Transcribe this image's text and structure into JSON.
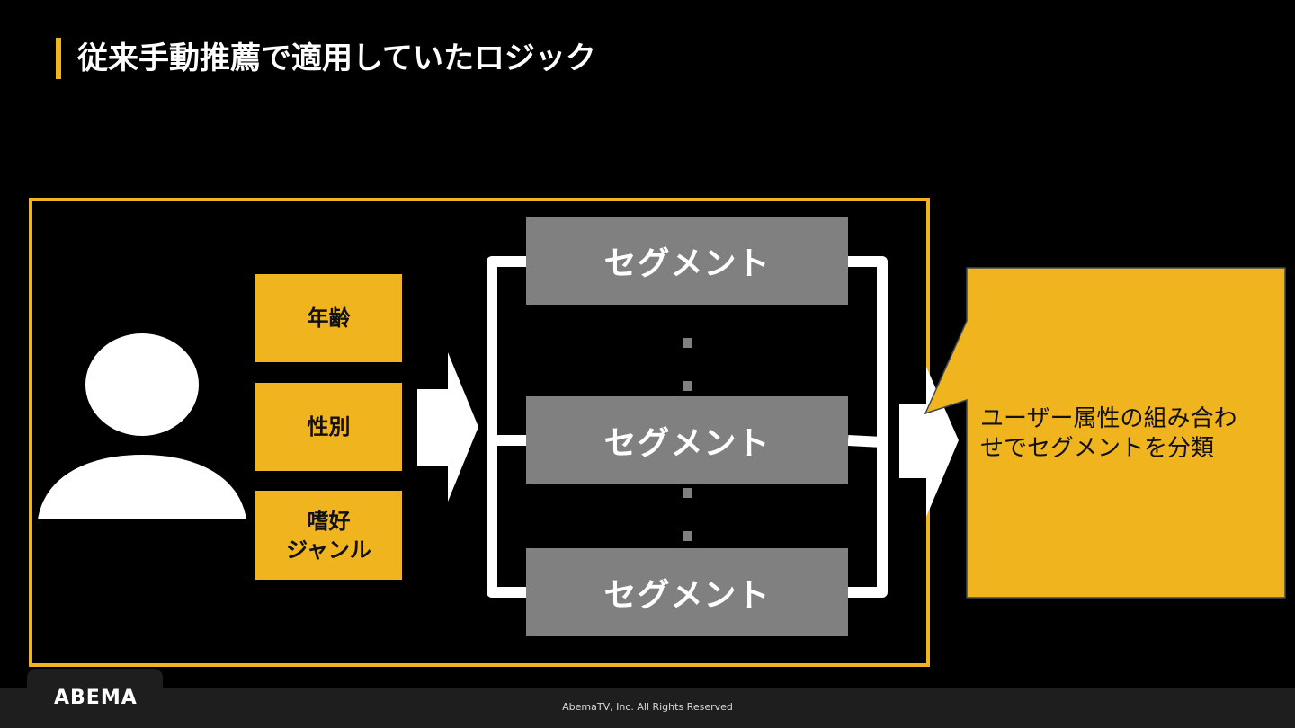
{
  "slide": {
    "title": "従来手動推薦で適用していたロジック"
  },
  "attributes": {
    "age": "年齢",
    "gender": "性別",
    "genre_line1": "嗜好",
    "genre_line2": "ジャンル"
  },
  "segments": {
    "label_1": "セグメント",
    "label_2": "セグメント",
    "label_3": "セグメント"
  },
  "callout": {
    "text_line1": "ユーザー属性の組み合わ",
    "text_line2": "せでセグメントを分類"
  },
  "footer": {
    "logo": "ABEMA",
    "copyright": "AbemaTV, Inc. All Rights Reserved"
  },
  "colors": {
    "accent": "#F0B41E",
    "segment_gray": "#808080",
    "background": "#000000",
    "footer": "#1e1e1e"
  }
}
